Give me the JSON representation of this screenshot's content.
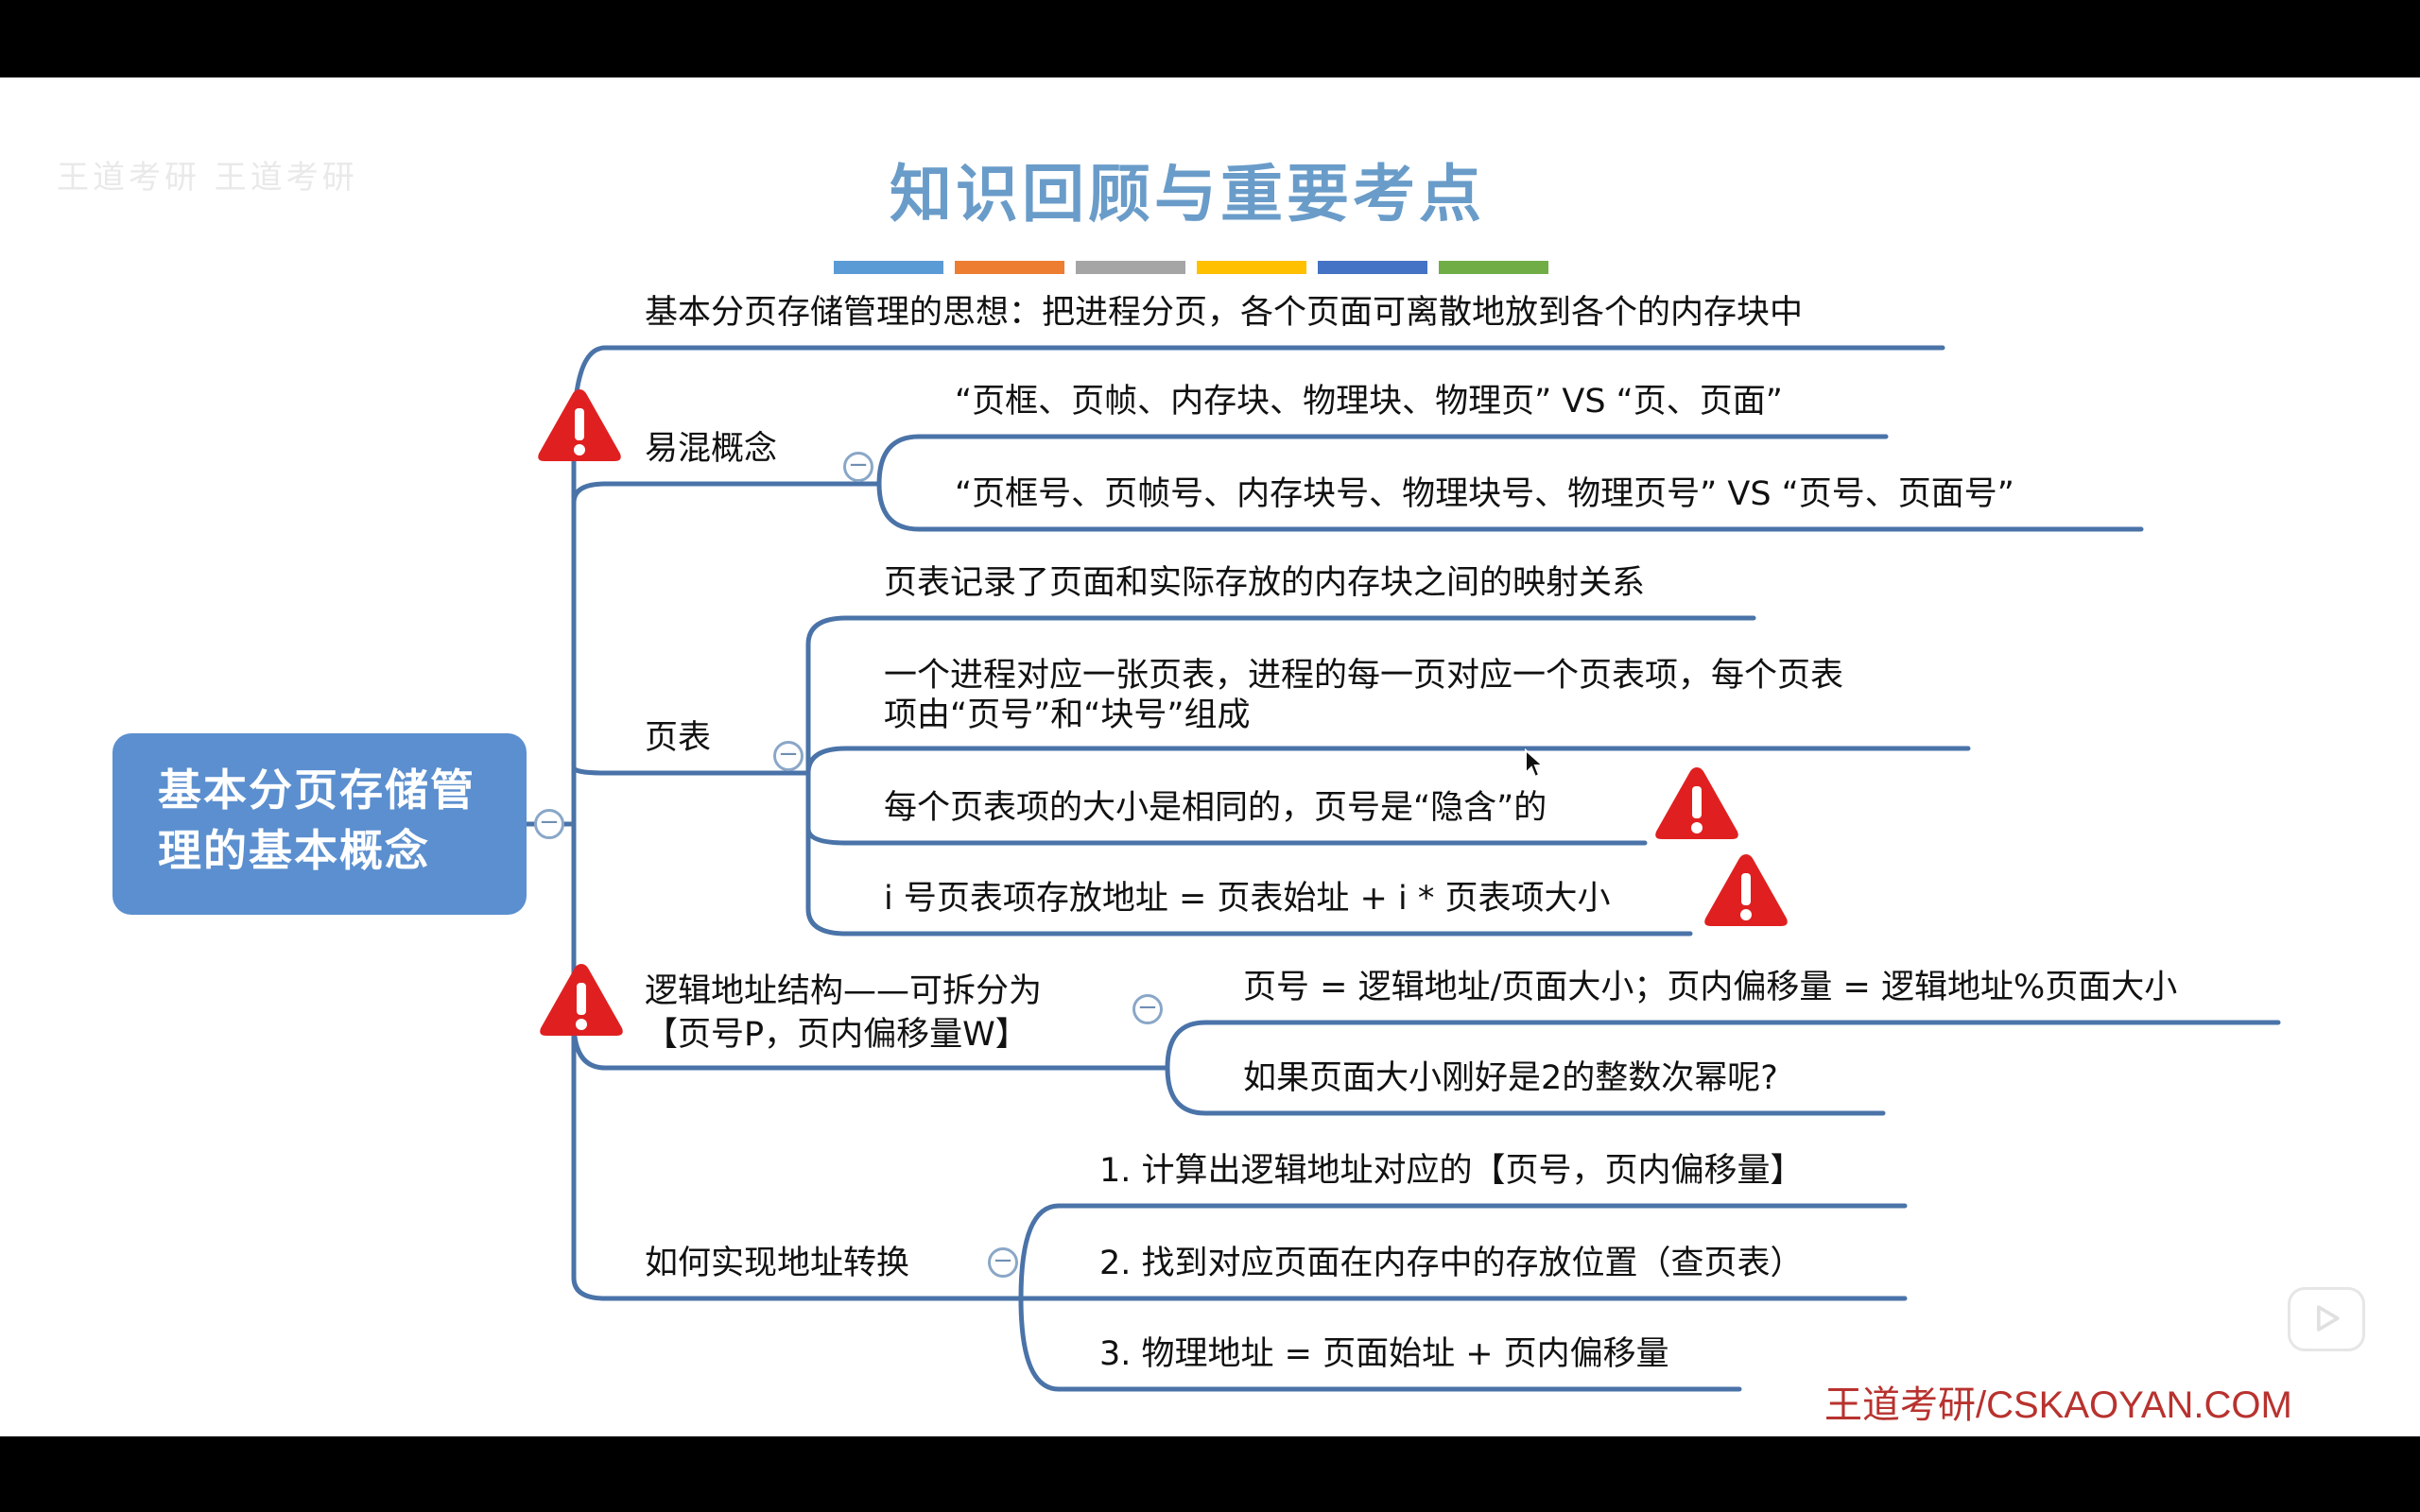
{
  "title": "知识回顾与重要考点",
  "faint_header": "王道考研 王道考研",
  "color_bar": [
    "#5b9bd5",
    "#ed7d31",
    "#a5a5a5",
    "#ffc000",
    "#4472c4",
    "#70ad47"
  ],
  "root": {
    "line1": "基本分页存储管",
    "line2": "理的基本概念"
  },
  "nodes": {
    "idea": "基本分页存储管理的思想：把进程分页，各个页面可离散地放到各个的内存块中",
    "confusing": {
      "label": "易混概念",
      "items": [
        "“页框、页帧、内存块、物理块、物理页” VS “页、页面”",
        "“页框号、页帧号、内存块号、物理块号、物理页号” VS “页号、页面号”"
      ]
    },
    "pagetable": {
      "label": "页表",
      "item1": "页表记录了页面和实际存放的内存块之间的映射关系",
      "item2_line1": "一个进程对应一张页表，进程的每一页对应一个页表项，每个页表",
      "item2_line2": "项由“页号”和“块号”组成",
      "item3": "每个页表项的大小是相同的，页号是“隐含”的",
      "item4": "i 号页表项存放地址 = 页表始址 + i * 页表项大小"
    },
    "logical": {
      "label_line1": "逻辑地址结构——可拆分为",
      "label_line2": "【页号P，页内偏移量W】",
      "items": [
        "页号 = 逻辑地址/页面大小；页内偏移量 = 逻辑地址%页面大小",
        "如果页面大小刚好是2的整数次幂呢?"
      ]
    },
    "translate": {
      "label": "如何实现地址转换",
      "items": [
        "1. 计算出逻辑地址对应的【页号，页内偏移量】",
        "2. 找到对应页面在内存中的存放位置（查页表）",
        "3. 物理地址 = 页面始址 + 页内偏移量"
      ]
    }
  },
  "collapse_symbol": "−",
  "warning_icon": "warning-triangle-icon",
  "warning_color": "#e02020",
  "line_color": "#4a73a8",
  "watermark": "王道考研/CSKAOYAN.COM"
}
